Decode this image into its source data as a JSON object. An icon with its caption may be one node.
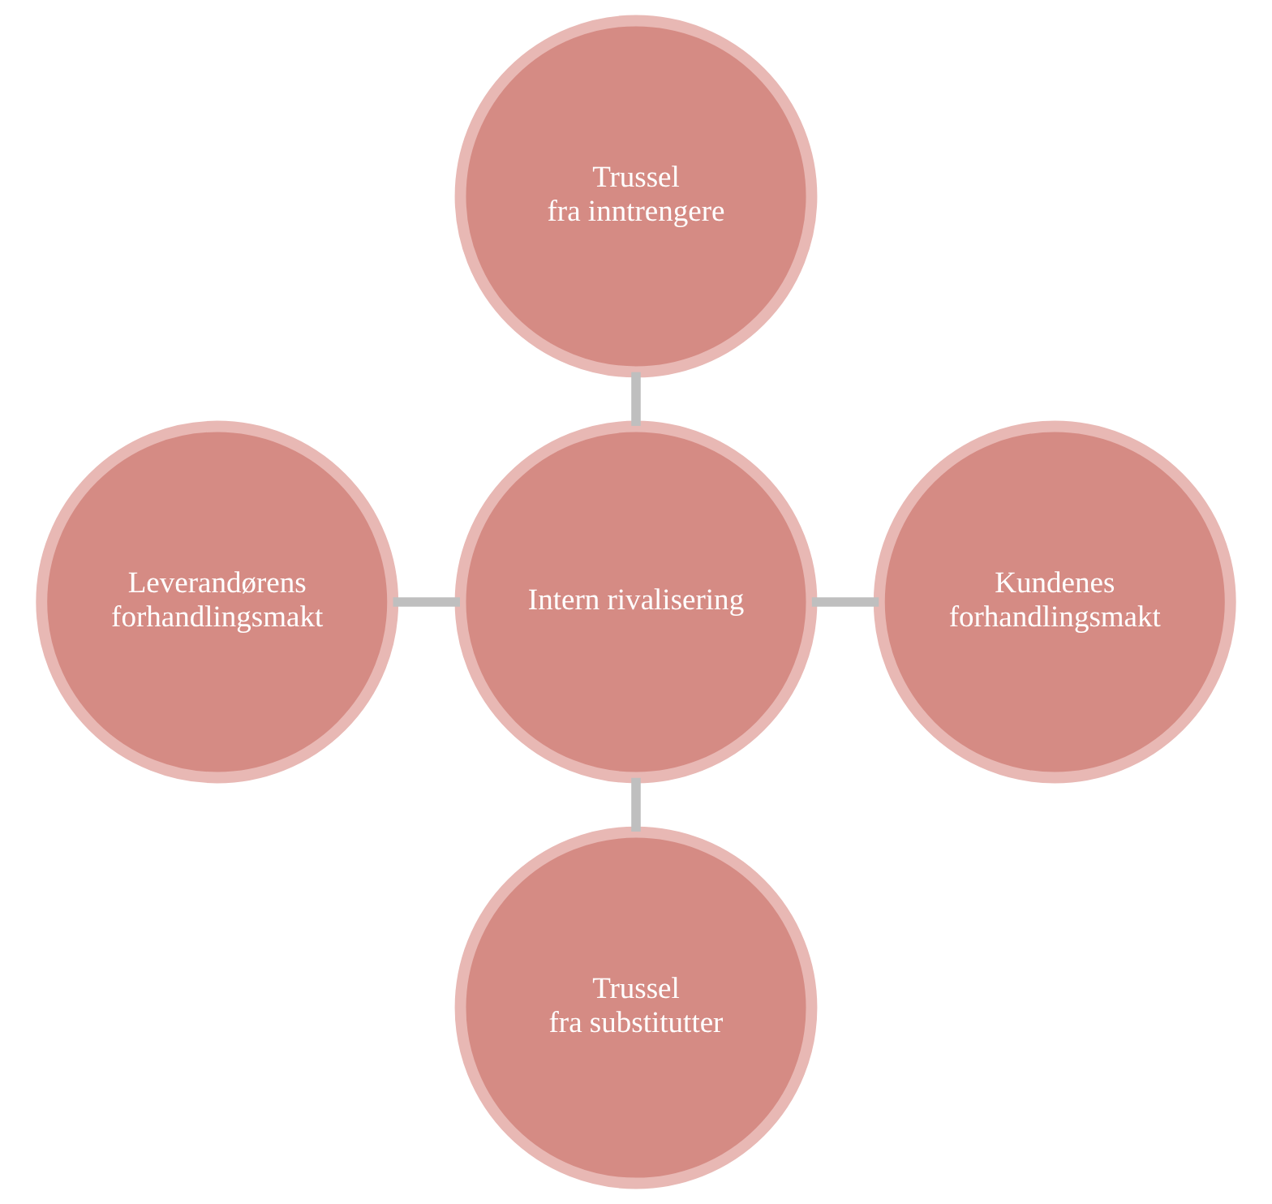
{
  "diagram": {
    "nodes": [
      {
        "text": [
          "Trussel fra inntrengere"
        ]
      },
      {
        "text": [
          "Leverandørens forhandlingsmakt"
        ]
      },
      {
        "text": [
          "Intern rivalisering"
        ]
      },
      {
        "text": [
          "Kundenes forhandlingsmakt"
        ]
      },
      {
        "text": [
          "Trussel fra substitutter"
        ]
      }
    ],
    "edges": [
      {
        "from": 0,
        "to": 2,
        "arrow": "none"
      },
      {
        "from": 1,
        "to": 2,
        "arrow": "none"
      },
      {
        "from": 2,
        "to": 3,
        "arrow": "none"
      },
      {
        "from": 2,
        "to": 4,
        "arrow": "none"
      }
    ]
  }
}
